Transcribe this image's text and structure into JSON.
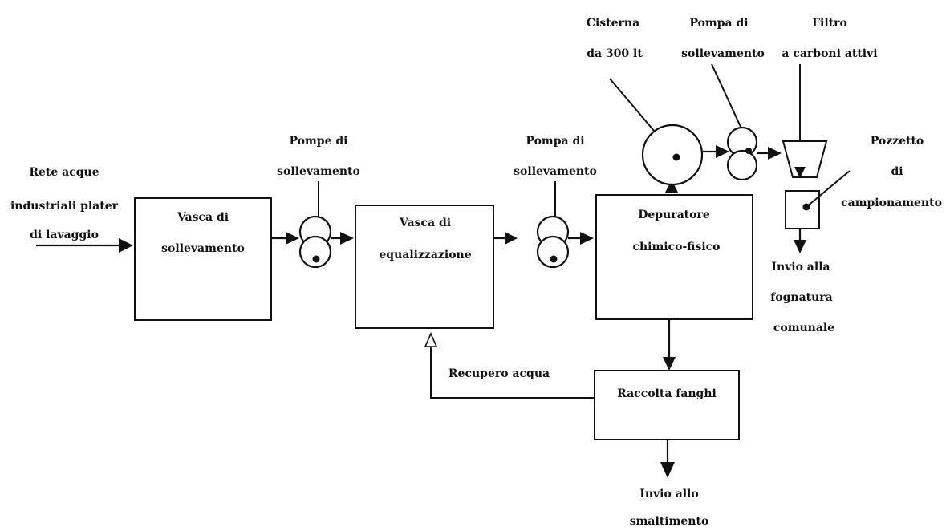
{
  "labels": {
    "inlet": [
      "Rete acque",
      "industriali plater",
      "di lavaggio"
    ],
    "tank_lift": [
      "Vasca di",
      "sollevamento"
    ],
    "pumps_1": [
      "Pompe di",
      "sollevamento"
    ],
    "tank_eq": [
      "Vasca di",
      "equalizzazione"
    ],
    "pump_2": [
      "Pompa di",
      "sollevamento"
    ],
    "purifier": [
      "Depuratore",
      "chimico-fisico"
    ],
    "cistern": [
      "Cisterna",
      "da 300 lt"
    ],
    "pump_3": [
      "Pompa di",
      "sollevamento"
    ],
    "filter": [
      "Filtro",
      "a carboni attivi"
    ],
    "sampling": [
      "Pozzetto",
      "di",
      "campionamento"
    ],
    "sewer": [
      "Invio alla",
      "fognatura",
      "comunale"
    ],
    "recovery": "Recupero acqua",
    "sludge": "Raccolta fanghi",
    "disposal": [
      "Invio allo",
      "smaltimento"
    ]
  }
}
